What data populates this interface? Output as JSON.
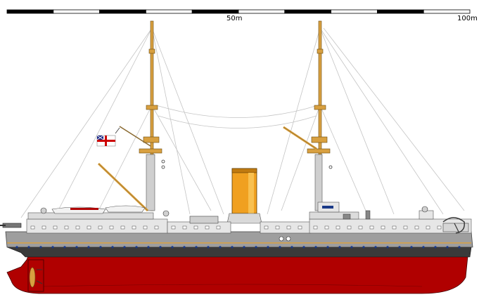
{
  "scale_bar": {
    "labels": [
      "50m",
      "100m"
    ],
    "segment_count": 10,
    "colors": {
      "dark": "#000000",
      "light": "#ffffff"
    }
  },
  "ship": {
    "flag": "white-ensign",
    "colors": {
      "hull_below_waterline": "#b00000",
      "hull_boot_top": "#3a3a3a",
      "hull_upper": "#9e9e9e",
      "superstructure": "#e6e6e6",
      "masts_spars": "#d8a040",
      "funnel": "#f0a020",
      "rigging": "#bfbfbf"
    },
    "icons": [
      "ensign-flag-icon",
      "propeller-icon",
      "anchor-icon"
    ]
  }
}
